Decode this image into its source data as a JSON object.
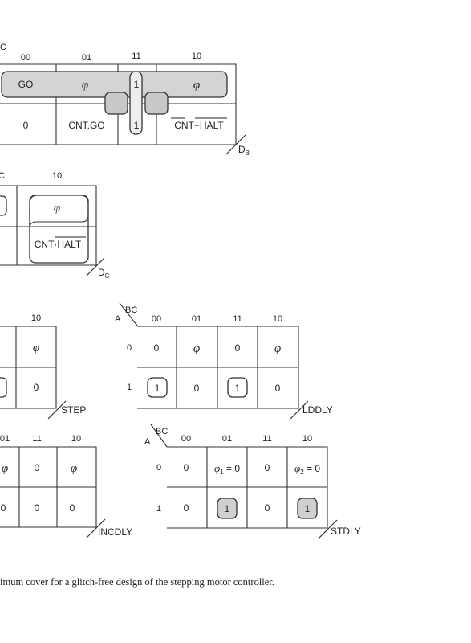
{
  "map1": {
    "bc_partial": "C",
    "cols": [
      "00",
      "01",
      "11",
      "10"
    ],
    "row0": [
      "GO",
      "φ",
      "1",
      "φ"
    ],
    "row1": [
      "0",
      "CNT.GO",
      "1",
      "CNT+HALT"
    ],
    "output": "D",
    "output_sub": "B"
  },
  "map2": {
    "bc_partial": "C",
    "cols": [
      "10"
    ],
    "row0": [
      "φ"
    ],
    "row1": [
      "CNT·HALT"
    ],
    "output": "D",
    "output_sub": "C"
  },
  "map3": {
    "cols": [
      "10"
    ],
    "row0": [
      "φ"
    ],
    "row1": [
      "0"
    ],
    "output": "STEP"
  },
  "map4": {
    "bc": "BC",
    "a": "A",
    "rows": [
      "0",
      "1"
    ],
    "cols": [
      "00",
      "01",
      "11",
      "10"
    ],
    "row0": [
      "0",
      "φ",
      "0",
      "φ"
    ],
    "row1": [
      "1",
      "0",
      "1",
      "0"
    ],
    "output": "LDDLY"
  },
  "map5": {
    "cols": [
      "01",
      "11",
      "10"
    ],
    "row0": [
      "φ",
      "0",
      "φ"
    ],
    "row1": [
      "0",
      "0",
      "0"
    ],
    "output": "INCDLY"
  },
  "map6": {
    "bc": "BC",
    "a": "A",
    "rows": [
      "0",
      "1"
    ],
    "cols": [
      "00",
      "01",
      "11",
      "10"
    ],
    "row0": [
      "0",
      "φ",
      "0",
      "φ"
    ],
    "row0_sub": [
      "",
      "1",
      "",
      "2"
    ],
    "row0_eq": [
      "",
      " = 0",
      "",
      " = 0"
    ],
    "row1": [
      "0",
      "1",
      "0",
      "1"
    ],
    "output": "STDLY"
  },
  "caption": "imum cover for a glitch-free design of the stepping motor controller."
}
